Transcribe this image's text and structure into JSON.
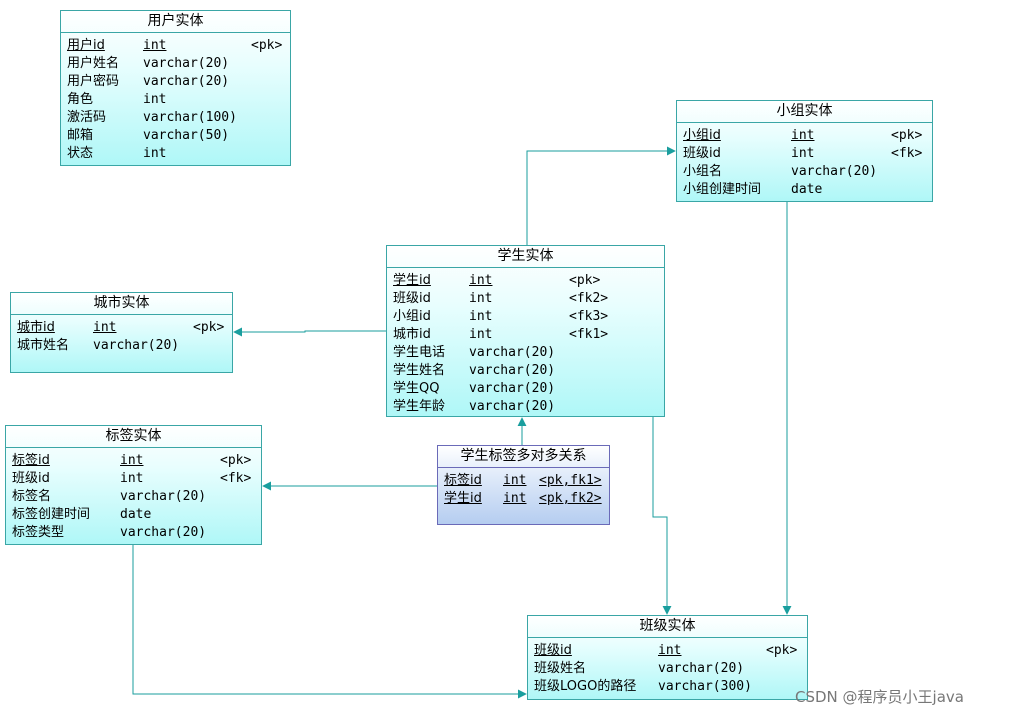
{
  "entities": {
    "user": {
      "title": "用户实体",
      "rows": [
        {
          "name": "用户id",
          "type": "int",
          "key": "<pk>",
          "underline": true
        },
        {
          "name": "用户姓名",
          "type": "varchar(20)",
          "key": ""
        },
        {
          "name": "用户密码",
          "type": "varchar(20)",
          "key": ""
        },
        {
          "name": "角色",
          "type": "int",
          "key": ""
        },
        {
          "name": "激活码",
          "type": "varchar(100)",
          "key": ""
        },
        {
          "name": "邮箱",
          "type": "varchar(50)",
          "key": ""
        },
        {
          "name": "状态",
          "type": "int",
          "key": ""
        }
      ]
    },
    "group": {
      "title": "小组实体",
      "rows": [
        {
          "name": "小组id",
          "type": "int",
          "key": "<pk>",
          "underline": true
        },
        {
          "name": "班级id",
          "type": "int",
          "key": "<fk>"
        },
        {
          "name": "小组名",
          "type": "varchar(20)",
          "key": ""
        },
        {
          "name": "小组创建时间",
          "type": "date",
          "key": ""
        }
      ]
    },
    "student": {
      "title": "学生实体",
      "rows": [
        {
          "name": "学生id",
          "type": "int",
          "key": "<pk>",
          "underline": true
        },
        {
          "name": "班级id",
          "type": "int",
          "key": "<fk2>"
        },
        {
          "name": "小组id",
          "type": "int",
          "key": "<fk3>"
        },
        {
          "name": "城市id",
          "type": "int",
          "key": "<fk1>"
        },
        {
          "name": "学生电话",
          "type": "varchar(20)",
          "key": ""
        },
        {
          "name": "学生姓名",
          "type": "varchar(20)",
          "key": ""
        },
        {
          "name": "学生QQ",
          "type": "varchar(20)",
          "key": ""
        },
        {
          "name": "学生年龄",
          "type": "varchar(20)",
          "key": ""
        }
      ]
    },
    "city": {
      "title": "城市实体",
      "rows": [
        {
          "name": "城市id",
          "type": "int",
          "key": "<pk>",
          "underline": true
        },
        {
          "name": "城市姓名",
          "type": "varchar(20)",
          "key": ""
        }
      ]
    },
    "tag": {
      "title": "标签实体",
      "rows": [
        {
          "name": "标签id",
          "type": "int",
          "key": "<pk>",
          "underline": true
        },
        {
          "name": "班级id",
          "type": "int",
          "key": "<fk>"
        },
        {
          "name": "标签名",
          "type": "varchar(20)",
          "key": ""
        },
        {
          "name": "标签创建时间",
          "type": "date",
          "key": ""
        },
        {
          "name": "标签类型",
          "type": "varchar(20)",
          "key": ""
        }
      ]
    },
    "student_tag": {
      "title": "学生标签多对多关系",
      "rows": [
        {
          "name": "标签id",
          "type": "int",
          "key": "<pk,fk1>",
          "underline": true
        },
        {
          "name": "学生id",
          "type": "int",
          "key": "<pk,fk2>",
          "underline": true
        }
      ]
    },
    "class": {
      "title": "班级实体",
      "rows": [
        {
          "name": "班级id",
          "type": "int",
          "key": "<pk>",
          "underline": true
        },
        {
          "name": "班级姓名",
          "type": "varchar(20)",
          "key": ""
        },
        {
          "name": "班级LOGO的路径",
          "type": "varchar(300)",
          "key": ""
        }
      ]
    }
  },
  "colors": {
    "link": "#1a9e9e",
    "entity_border": "#3aa6a6",
    "relation_border": "#6a6ab8"
  },
  "watermark": "CSDN @程序员小王java"
}
